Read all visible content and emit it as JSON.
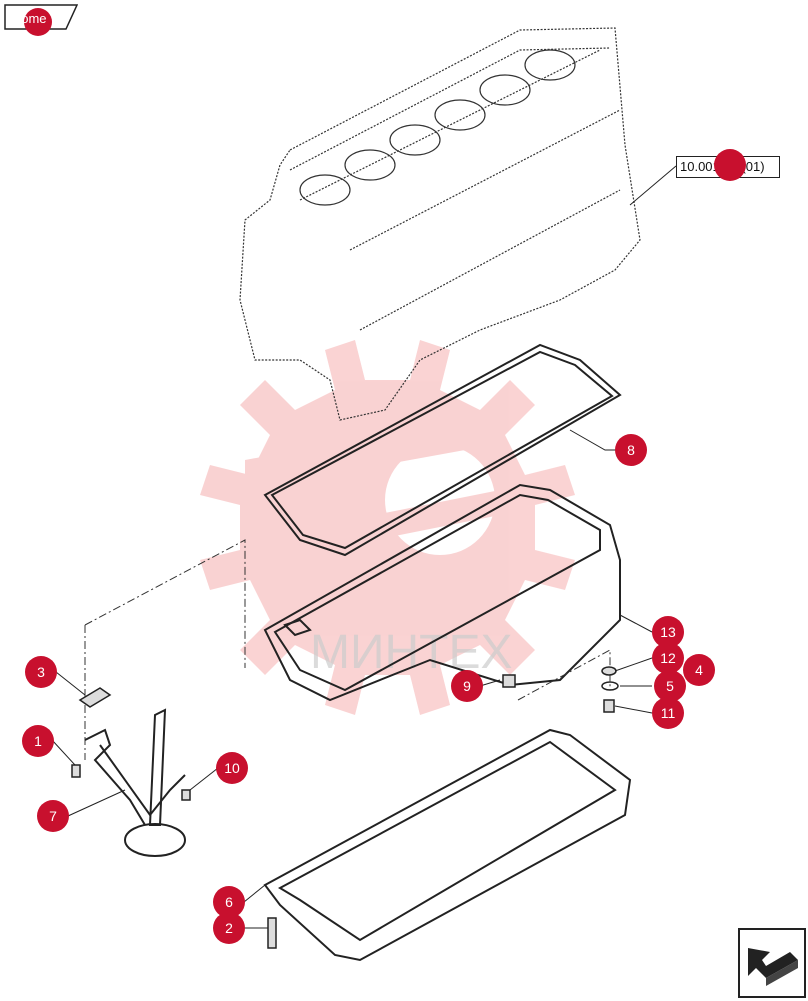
{
  "header": {
    "home_label": "home"
  },
  "reference": {
    "label": "10.001.ab (01)"
  },
  "watermark": {
    "text": "МИНТЕХ"
  },
  "callouts": [
    {
      "id": "1",
      "label": "1"
    },
    {
      "id": "2",
      "label": "2"
    },
    {
      "id": "3",
      "label": "3"
    },
    {
      "id": "4",
      "label": "4"
    },
    {
      "id": "5",
      "label": "5"
    },
    {
      "id": "6",
      "label": "6"
    },
    {
      "id": "7",
      "label": "7"
    },
    {
      "id": "8",
      "label": "8"
    },
    {
      "id": "9",
      "label": "9"
    },
    {
      "id": "10",
      "label": "10"
    },
    {
      "id": "11",
      "label": "11"
    },
    {
      "id": "12",
      "label": "12"
    },
    {
      "id": "13",
      "label": "13"
    }
  ],
  "colors": {
    "callout": "#c8102e",
    "line": "#222222",
    "watermark": "#f4a6a6"
  }
}
